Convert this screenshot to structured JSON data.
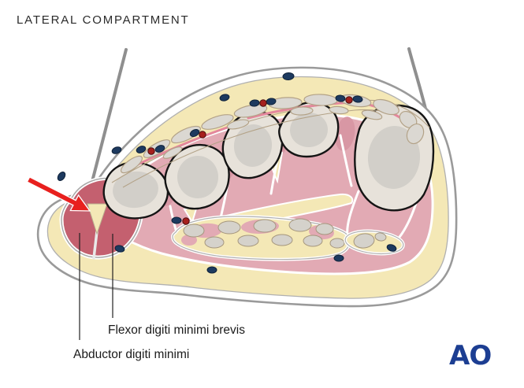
{
  "title": "LATERAL COMPARTMENT",
  "labels": {
    "flexor": "Flexor digiti minimi brevis",
    "abductor": "Abductor digiti minimi"
  },
  "logo": {
    "text": "AO"
  },
  "palette": {
    "fat_yellow": "#f4e8b6",
    "muscle_pink": "#e2aab4",
    "muscle_dark_pink": "#c4606f",
    "bone_fill": "#e7e2da",
    "bone_inner": "#d2cfc9",
    "tendon_gray": "#dbd8d2",
    "tendon_outline": "#b3a287",
    "vein_blue": "#1d3a5f",
    "artery_red": "#a6201d",
    "arrow_red": "#e8201e",
    "outline_gray": "#9a9a9a",
    "logo_blue": "#1c3e92"
  }
}
